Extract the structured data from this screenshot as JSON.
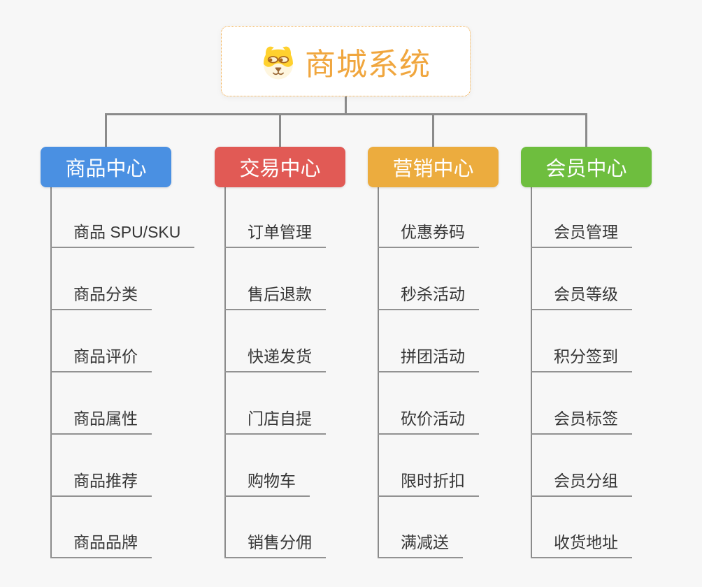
{
  "root": {
    "title": "商城系统",
    "icon": "dog-face-icon"
  },
  "theme": {
    "background": "#f7f7f7",
    "line_color": "#8b8b8b",
    "leaf_text_color": "#363636",
    "leaf_line_color": "#929292",
    "root_border_color": "#f0a63e",
    "root_text_color": "#f0a63e"
  },
  "branches": [
    {
      "label": "商品中心",
      "color": "#4a90e2",
      "items": [
        "商品 SPU/SKU",
        "商品分类",
        "商品评价",
        "商品属性",
        "商品推荐",
        "商品品牌"
      ]
    },
    {
      "label": "交易中心",
      "color": "#e15a55",
      "items": [
        "订单管理",
        "售后退款",
        "快递发货",
        "门店自提",
        "购物车",
        "销售分佣"
      ]
    },
    {
      "label": "营销中心",
      "color": "#ecac3e",
      "items": [
        "优惠券码",
        "秒杀活动",
        "拼团活动",
        "砍价活动",
        "限时折扣",
        "满减送"
      ]
    },
    {
      "label": "会员中心",
      "color": "#6ebe3e",
      "items": [
        "会员管理",
        "会员等级",
        "积分签到",
        "会员标签",
        "会员分组",
        "收货地址"
      ]
    }
  ]
}
